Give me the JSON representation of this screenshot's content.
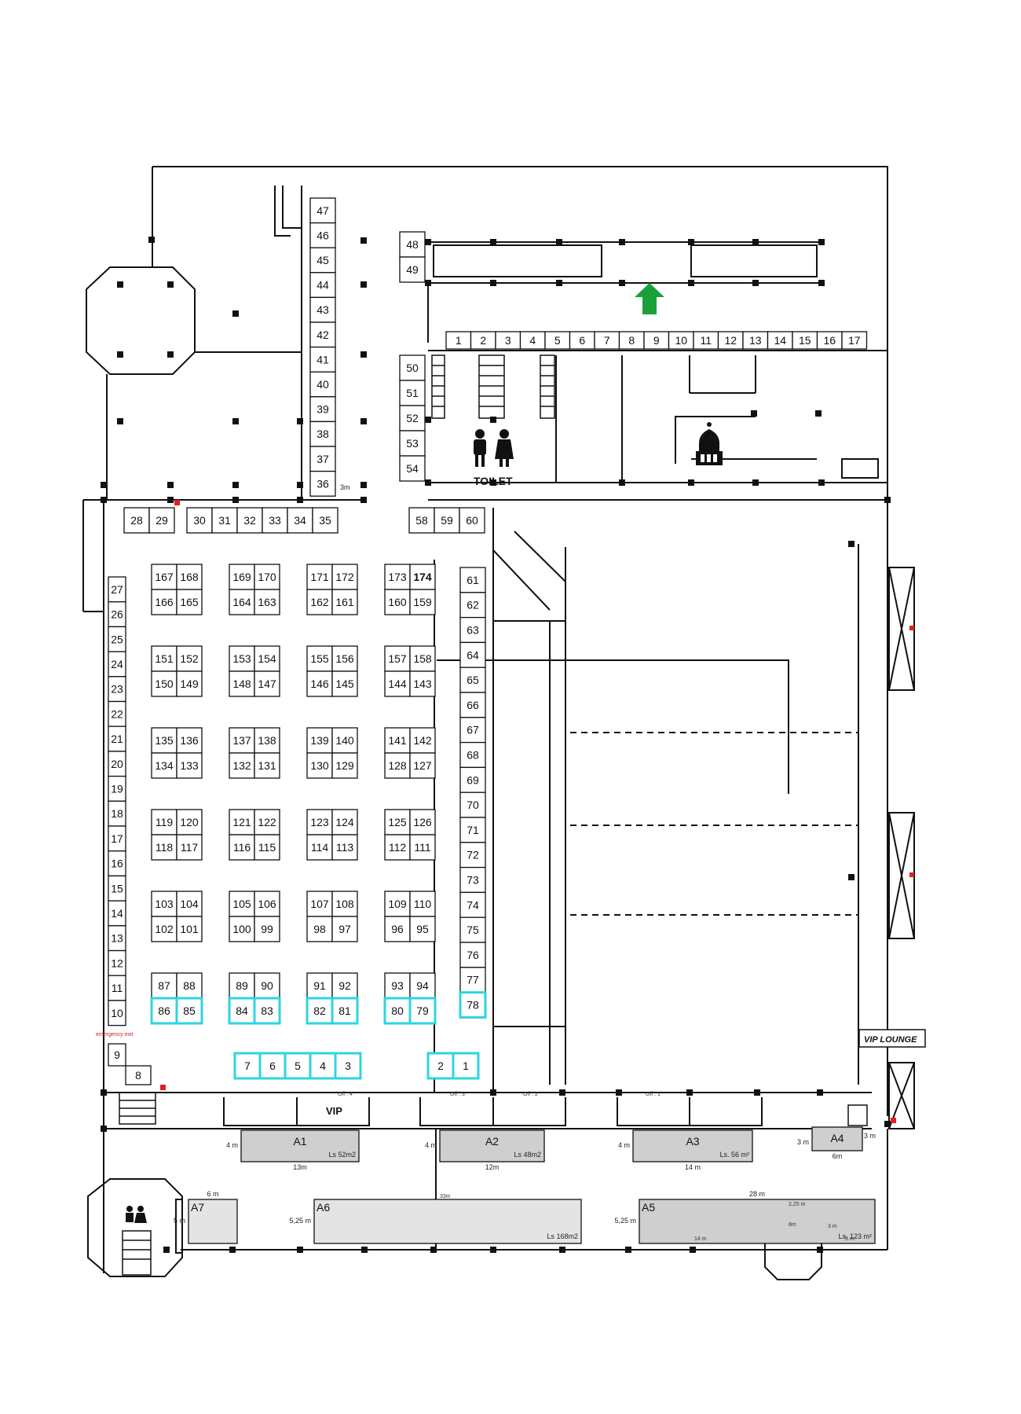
{
  "colors": {
    "line": "#111111",
    "highlight": "#2fd4e0",
    "area_fill": "#cfcfcf",
    "area_fill_light": "#e4e4e4",
    "arrow": "#1aa03a",
    "marker_red": "#e02020"
  },
  "icons": {
    "restroom": "restroom-icon",
    "mosque": "mosque-icon",
    "entrance": "entrance-arrow-icon",
    "stairs": "stairs-icon"
  },
  "labels": {
    "toilet": "TOILET",
    "vip": "VIP",
    "vip_lounge": "VIP LOUNGE",
    "emergency_exit": "emergency exit",
    "office_4": "Off : 4",
    "office_3": "Off : 3",
    "office_2": "Off : 2",
    "office_1": "Off : 1",
    "dim_3m_left": "3m",
    "dim_3m_right": "3 m",
    "dim_33m": "33m"
  },
  "top_booths": [
    "1",
    "2",
    "3",
    "4",
    "5",
    "6",
    "7",
    "8",
    "9",
    "10",
    "11",
    "12",
    "13",
    "14",
    "15",
    "16",
    "17"
  ],
  "right_wall_booths": [
    "61",
    "62",
    "63",
    "64",
    "65",
    "66",
    "67",
    "68",
    "69",
    "70",
    "71",
    "72",
    "73",
    "74",
    "75",
    "76",
    "77",
    "78"
  ],
  "left_wall_booths": [
    "27",
    "26",
    "25",
    "24",
    "23",
    "22",
    "21",
    "20",
    "19",
    "18",
    "17",
    "16",
    "15",
    "14",
    "13",
    "12",
    "11",
    "10"
  ],
  "north_column_booths": [
    "47",
    "46",
    "45",
    "44",
    "43",
    "42",
    "41",
    "40",
    "39",
    "38",
    "37",
    "36"
  ],
  "side_stack_top": [
    "48",
    "49"
  ],
  "side_stack_mid": [
    "50",
    "51",
    "52",
    "53",
    "54"
  ],
  "row_booths_left": [
    "28",
    "29"
  ],
  "row_booths_mid": [
    "30",
    "31",
    "32",
    "33",
    "34",
    "35"
  ],
  "row_booths_right": [
    "58",
    "59",
    "60"
  ],
  "lower_single_booths": [
    "9",
    "8"
  ],
  "highlight_row_left": [
    "7",
    "6",
    "5",
    "4",
    "3"
  ],
  "highlight_row_right": [
    "2",
    "1"
  ],
  "block_grid": [
    [
      [
        "167",
        "168",
        "166",
        "165"
      ],
      [
        "169",
        "170",
        "164",
        "163"
      ],
      [
        "171",
        "172",
        "162",
        "161"
      ],
      [
        "173",
        "174",
        "160",
        "159"
      ]
    ],
    [
      [
        "151",
        "152",
        "150",
        "149"
      ],
      [
        "153",
        "154",
        "148",
        "147"
      ],
      [
        "155",
        "156",
        "146",
        "145"
      ],
      [
        "157",
        "158",
        "144",
        "143"
      ]
    ],
    [
      [
        "135",
        "136",
        "134",
        "133"
      ],
      [
        "137",
        "138",
        "132",
        "131"
      ],
      [
        "139",
        "140",
        "130",
        "129"
      ],
      [
        "141",
        "142",
        "128",
        "127"
      ]
    ],
    [
      [
        "119",
        "120",
        "118",
        "117"
      ],
      [
        "121",
        "122",
        "116",
        "115"
      ],
      [
        "123",
        "124",
        "114",
        "113"
      ],
      [
        "125",
        "126",
        "112",
        "111"
      ]
    ],
    [
      [
        "103",
        "104",
        "102",
        "101"
      ],
      [
        "105",
        "106",
        "100",
        "99"
      ],
      [
        "107",
        "108",
        "98",
        "97"
      ],
      [
        "109",
        "110",
        "96",
        "95"
      ]
    ],
    [
      [
        "87",
        "88",
        "86",
        "85"
      ],
      [
        "89",
        "90",
        "84",
        "83"
      ],
      [
        "91",
        "92",
        "82",
        "81"
      ],
      [
        "93",
        "94",
        "80",
        "79"
      ]
    ]
  ],
  "areas": [
    {
      "id": "A1",
      "area": "Ls 52m2",
      "side": "4 m",
      "width": "13m"
    },
    {
      "id": "A2",
      "area": "Ls 48m2",
      "side": "4 m",
      "width": "12m"
    },
    {
      "id": "A3",
      "area": "Ls. 56 m²",
      "side": "4 m",
      "width": "14 m"
    },
    {
      "id": "A4",
      "side": "3 m",
      "width": "6m"
    },
    {
      "id": "A5",
      "area": "Ls. 123 m²",
      "side": "5,25 m",
      "width": "28 m",
      "sub_dims": [
        "2,25 m",
        "8m",
        "3 m",
        "5 m",
        "14 m"
      ]
    },
    {
      "id": "A6",
      "area": "Ls 168m2",
      "side": "5,25 m"
    },
    {
      "id": "A7",
      "side": "5 m",
      "width": "6 m"
    }
  ]
}
